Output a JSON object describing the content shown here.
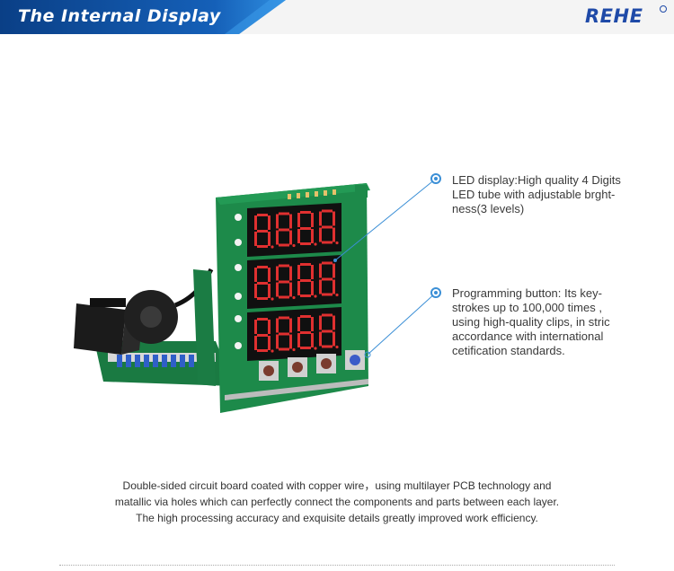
{
  "header": {
    "title": "The Internal Display",
    "logo": "REHE",
    "colors": {
      "tab_dark": "#0a3f86",
      "tab_light": "#2f8ee0",
      "logo": "#1f4aa8"
    }
  },
  "callouts": [
    {
      "lines": [
        "LED display:High quality 4 Digits",
        "LED tube with adjustable brght-",
        "ness(3 levels)"
      ]
    },
    {
      "lines": [
        "Programming button:  Its key-",
        "strokes up to 100,000 times ,",
        "using high-quality clips, in stric",
        "accordance with international",
        "cetification standards."
      ]
    }
  ],
  "description": {
    "lines": [
      "Double-sided circuit board coated with copper wire，using multilayer PCB technology and",
      "matallic via holes which can perfectly connect the components and parts between each layer.",
      "The high processing accuracy and exquisite details greatly improved work efficiency."
    ]
  },
  "display": {
    "rows": [
      {
        "digits": "8.8.8.8"
      },
      {
        "digits": "8.8.8.8"
      },
      {
        "digits": "8.8.8.8"
      }
    ],
    "colors": {
      "pcb": "#1d8a4a",
      "pcb_edge": "#146d39",
      "segment": "#e03030",
      "bezel": "#101010"
    }
  }
}
